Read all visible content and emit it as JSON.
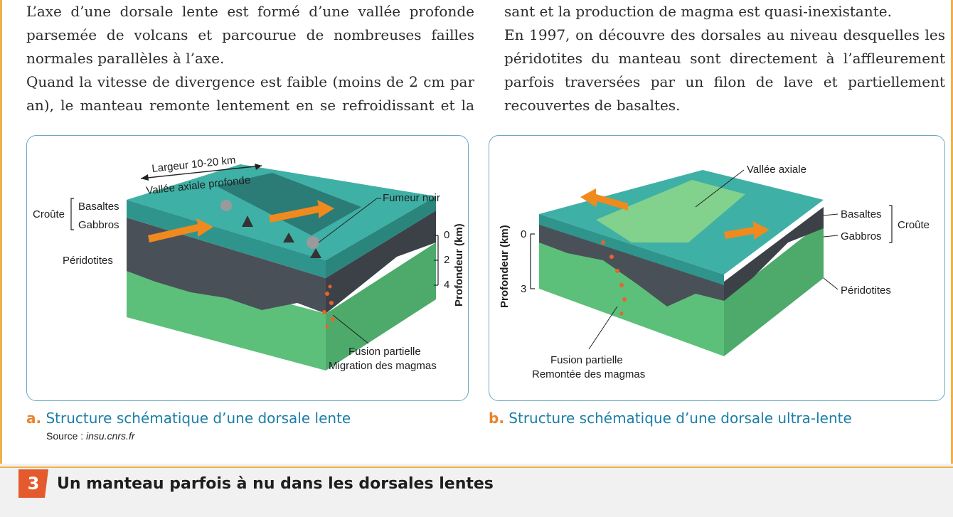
{
  "text": {
    "left_paragraph_1": "L’axe d’une dorsale lente est formé d’une vallée profonde parsemée de volcans et parcourue de nombreuses failles normales parallèles à l’axe.",
    "left_paragraph_2": "Quand la vitesse de divergence est faible (moins de 2 cm par an), le manteau remonte lentement en se refroidissant et la production de magma est quasi-inexistante.",
    "right_paragraph_1": "En 1997, on découvre des dorsales au niveau desquelles les péridotites du manteau sont directement à l’affleurement parfois traversées par un filon de lave et partiellement recouvertes de basaltes.",
    "right_continuation": "sant et la production de magma est quasi-inexistante."
  },
  "figure_a": {
    "width_label": "Largeur 10-20 km",
    "valley_label": "Vallée axiale profonde",
    "croute": "Croûte",
    "basaltes": "Basaltes",
    "gabbros": "Gabbros",
    "peridotites": "Péridotites",
    "fumeur": "Fumeur noir",
    "fusion_1": "Fusion partielle",
    "fusion_2": "Migration des magmas",
    "depth_title": "Profondeur (km)",
    "depth_ticks": [
      "0",
      "2",
      "4"
    ],
    "caption_letter": "a.",
    "caption": "Structure schématique d’une dorsale lente",
    "source_label": "Source :",
    "source_value": "insu.cnrs.fr"
  },
  "figure_b": {
    "valley_label": "Vallée axiale",
    "basaltes": "Basaltes",
    "gabbros": "Gabbros",
    "croute": "Croûte",
    "peridotites": "Péridotites",
    "depth_title": "Profondeur (km)",
    "depth_ticks": [
      "0",
      "3"
    ],
    "fusion_1": "Fusion partielle",
    "fusion_2": "Remontée des magmas",
    "caption_letter": "b.",
    "caption": "Structure schématique d’une dorsale ultra-lente"
  },
  "section": {
    "number": "3",
    "title": "Un manteau parfois à nu dans les dorsales lentes"
  },
  "colors": {
    "teal_top": "#3fb0a6",
    "gray_crust": "#4a5058",
    "green_mantle": "#5cc07a",
    "orange_arrow": "#f08a1e",
    "frame_blue": "#6aa9c4",
    "accent_orange": "#f0b04a"
  }
}
